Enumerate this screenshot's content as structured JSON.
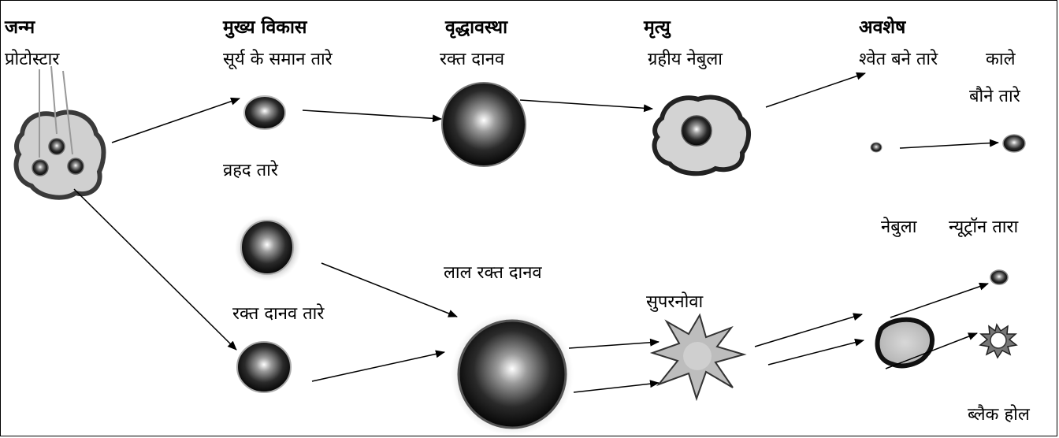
{
  "headers": {
    "birth": "जन्म",
    "main_evolution": "मुख्य विकास",
    "old_age": "वृद्धावस्था",
    "death": "मृत्यु",
    "remnant": "अवशेष"
  },
  "labels": {
    "protostar": "प्रोटोस्टार",
    "sunlike_stars": "सूर्य के समान तारे",
    "red_giant": "रक्त दानव",
    "planetary_nebula": "ग्रहीय नेबुला",
    "white_dwarf": "श्वेत बने तारे",
    "black_dwarf_line1": "काले",
    "black_dwarf_line2": "बौने तारे",
    "massive_stars": "व्रहद  तारे",
    "nebula": "नेबुला",
    "neutron_star": "न्यूट्रॉन तारा",
    "red_supergiant": "लाल रक्त दानव",
    "supernova": "सुपरनोवा",
    "giant_stars": "रक्त दानव तारे",
    "black_hole": "ब्लैक होल"
  }
}
